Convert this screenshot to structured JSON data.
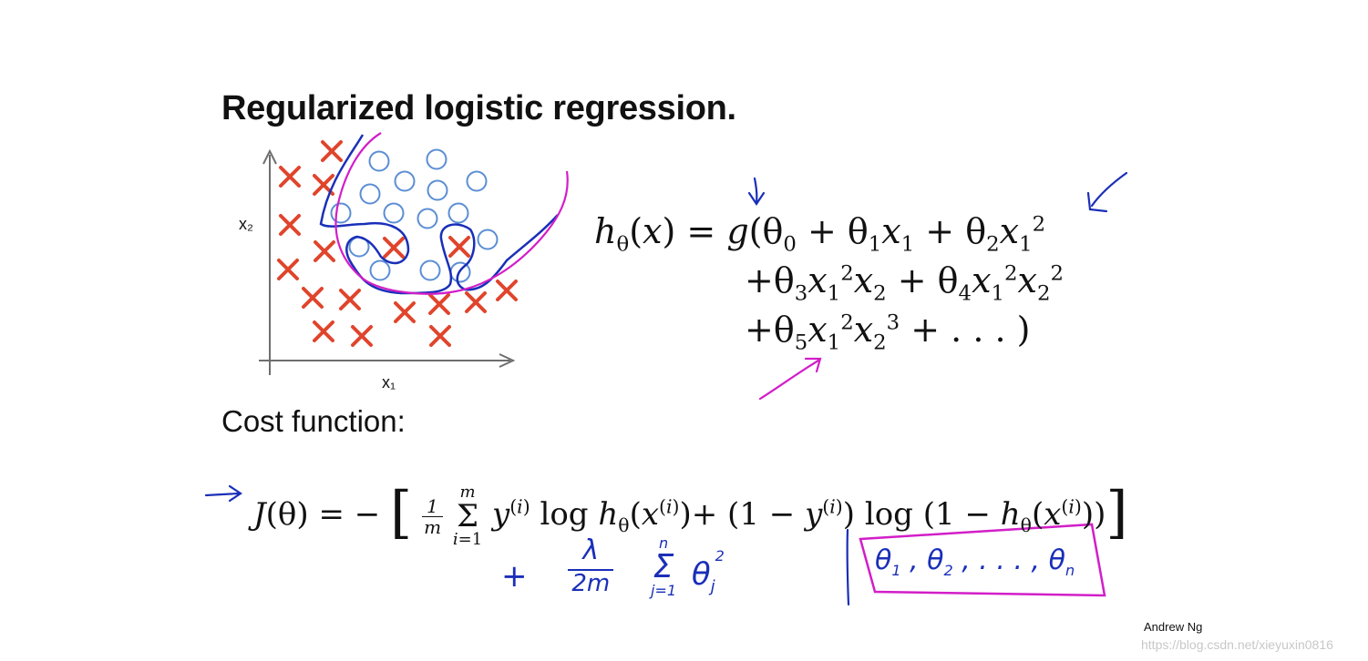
{
  "slide": {
    "title": "Regularized logistic regression.",
    "section_label": "Cost function:",
    "credit": "Andrew Ng",
    "watermark": "https://blog.csdn.net/xieyuxin0816"
  },
  "plot": {
    "x_axis_label": "x₁",
    "y_axis_label": "x₂",
    "negative_marker": "×",
    "positive_marker": "○",
    "colors": {
      "cross": "#e0452c",
      "circle": "#5b8ed4",
      "axis": "#6e6e6e",
      "blue_ink": "#1a2fb8",
      "magenta_ink": "#d21ec8"
    }
  },
  "hypothesis": {
    "line1": "hθ(x) = g(θ0 + θ1x1 + θ2x1²",
    "line2": "+θ3x1²x2 + θ4x1²x2²",
    "line3": "+θ5x1²x2³ + . . . )"
  },
  "cost": {
    "main": "J(θ) = − [ 1/m Σ(i=1..m) y(i) log hθ(x(i)) + (1 − y(i)) log (1 − hθ(x(i))) ]",
    "regularization": "+ λ/2m Σ(j=1..n) θj²",
    "params_box": "θ1 , θ2 , . . . , θn"
  }
}
